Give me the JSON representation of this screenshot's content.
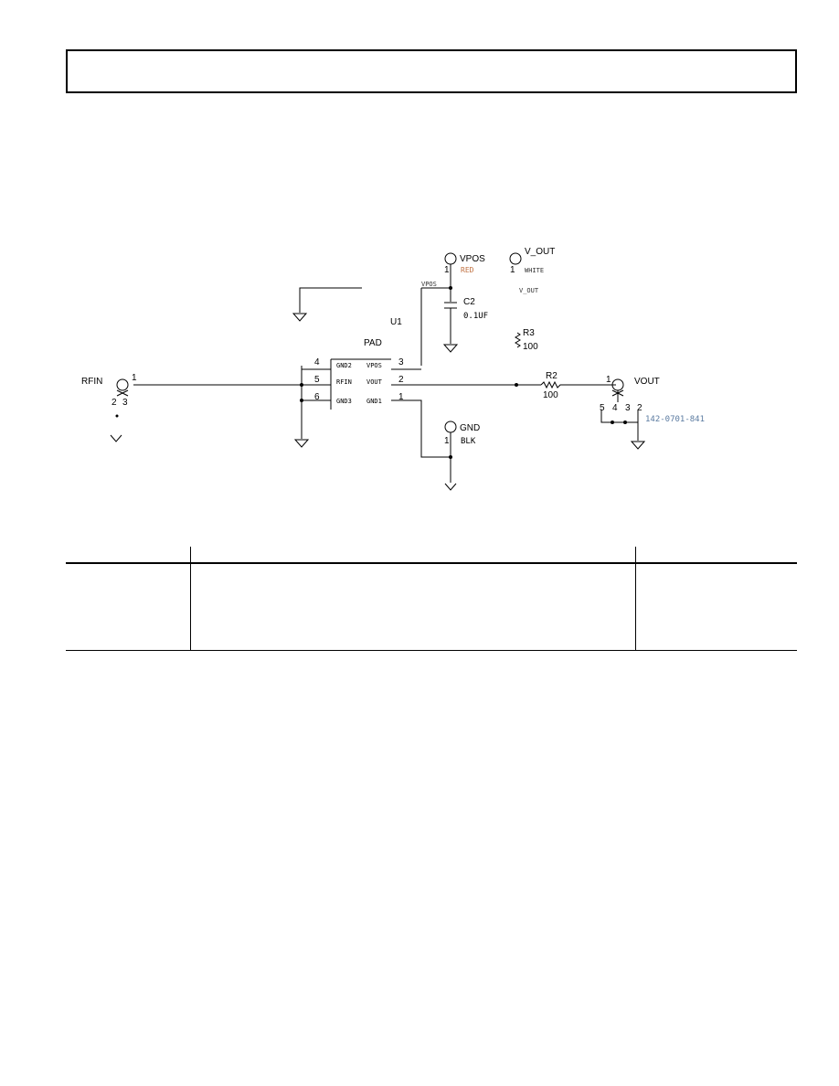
{
  "labels": {
    "vpos_conn": "VPOS",
    "vpos_pin": "1",
    "vpos_color": "RED",
    "vout_tp": "V_OUT",
    "vout_tp_pin": "1",
    "vout_tp_color": "WHITE",
    "vout_tp_net": "V_OUT",
    "net_vpos": "VPOS",
    "c2_ref": "C2",
    "c2_val": "0.1UF",
    "u1_ref": "U1",
    "pad": "PAD",
    "r3_ref": "R3",
    "r3_val": "100",
    "r2_ref": "R2",
    "r2_val": "100",
    "rfin": "RFIN",
    "rfin_pin1": "1",
    "rfin_pin2": "2",
    "rfin_pin3": "3",
    "vout_conn": "VOUT",
    "vout_pin1": "1",
    "vout_pin5": "5",
    "vout_pin4": "4",
    "vout_pin3": "3",
    "vout_pin2": "2",
    "vout_part": "142-0701-841",
    "gnd_conn": "GND",
    "gnd_pin": "1",
    "gnd_color": "BLK",
    "u1_pin4": "4",
    "u1_pin5": "5",
    "u1_pin6": "6",
    "u1_pin3": "3",
    "u1_pin2": "2",
    "u1_pin1": "1",
    "u1_gnd2": "GND2",
    "u1_rfin": "RFIN",
    "u1_gnd3": "GND3",
    "u1_vpos": "VPOS",
    "u1_vout": "VOUT",
    "u1_gnd1": "GND1"
  }
}
